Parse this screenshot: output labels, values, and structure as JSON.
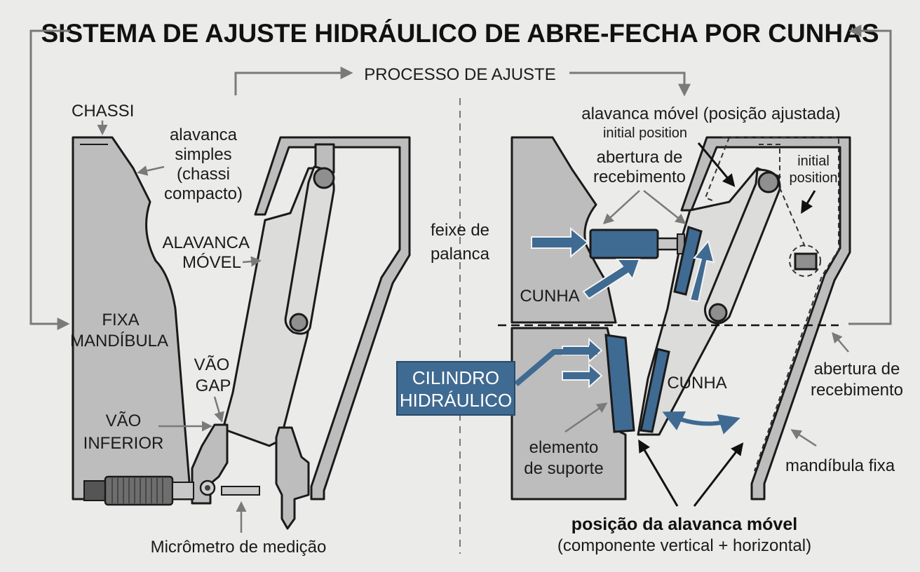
{
  "title": "SISTEMA DE AJUSTE HIDRÁULICO DE ABRE-FECHA POR CUNHAS",
  "process_label": "PROCESSO DE AJUSTE",
  "left": {
    "chassi": "CHASSI",
    "simple_lever": [
      "alavanca",
      "simples",
      "(chassi",
      "compacto)"
    ],
    "moving_lever": [
      "ALAVANCA",
      "MÓVEL"
    ],
    "fixed_jaw": [
      "FIXA",
      "MANDÍBULA"
    ],
    "gap": [
      "VÃO",
      "GAP"
    ],
    "lower_gap": [
      "VÃO",
      "INFERIOR"
    ],
    "micrometer": "Micrômetro de medição"
  },
  "center": {
    "beam": [
      "feixe de",
      "palanca"
    ]
  },
  "right": {
    "adjusted_lever": "alavanca móvel (posição ajustada)",
    "initial_position_1": "initial position",
    "initial_position_2": [
      "initial",
      "position"
    ],
    "receiving_opening_top": [
      "abertura de",
      "recebimento"
    ],
    "wedge_top": "CUNHA",
    "hydraulic_cylinder": [
      "CILINDRO",
      "HIDRÁULICO"
    ],
    "wedge_bottom": "CUNHA",
    "support_element": [
      "elemento",
      "de suporte"
    ],
    "receiving_opening_right": [
      "abertura de",
      "recebimento"
    ],
    "fixed_jaw": "mandíbula fixa",
    "lever_position": "posição da alavanca móvel",
    "lever_position_sub": "(componente vertical + horizontal)"
  },
  "colors": {
    "background": "#ebebea",
    "metal": "#bdbdbd",
    "lever": "#dcdcdb",
    "hydraulic_blue": "#3f6a92"
  }
}
